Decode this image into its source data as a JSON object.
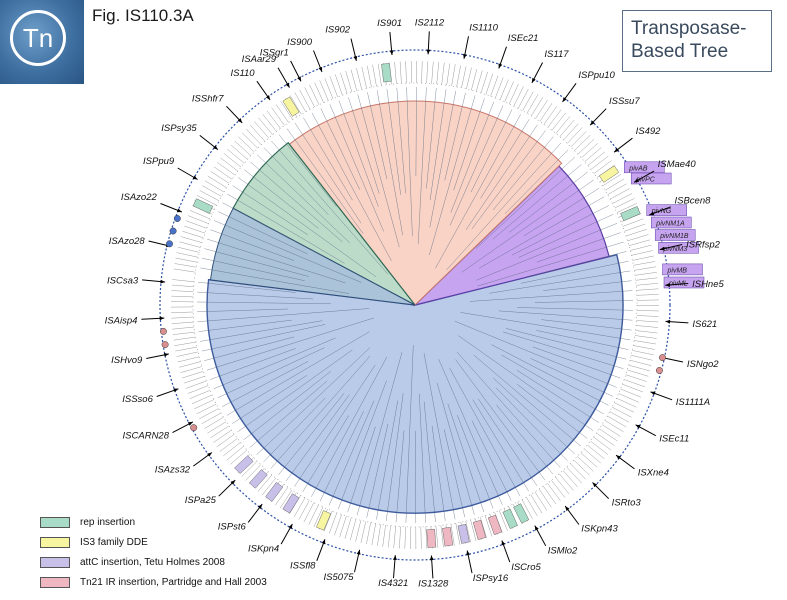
{
  "figure_label": "Fig. IS110.3A",
  "logo_text": "Tn",
  "title_lines": [
    "Transposase-",
    "Based Tree"
  ],
  "colors": {
    "pink_clade": "#f8d3c6",
    "green_clade": "#bcdcc9",
    "purple_clade": "#c7a4f0",
    "blue_clade": "#b9cbe8",
    "blue_line": "#3d5b9e",
    "rep_insertion": "#a9dcc6",
    "is3_family": "#f8f5a0",
    "attc_insertion": "#c8c0e8",
    "tn21_insertion": "#eeb7c2"
  },
  "labels": [
    {
      "text": "ISAar29",
      "side": "left"
    },
    {
      "text": "IS900",
      "side": "left"
    },
    {
      "text": "IS902",
      "side": "left"
    },
    {
      "text": "IS901",
      "side": "left"
    },
    {
      "text": "IS2112",
      "side": "left"
    },
    {
      "text": "IS1110",
      "side": "left"
    },
    {
      "text": "ISEc21",
      "side": "left"
    },
    {
      "text": "IS117",
      "side": "left"
    },
    {
      "text": "ISPpu10",
      "side": "left"
    },
    {
      "text": "ISSsu7",
      "side": "left"
    },
    {
      "text": "IS492",
      "side": "left"
    },
    {
      "text": "ISMae40",
      "side": "left"
    },
    {
      "text": "ISBcen8",
      "side": "left"
    },
    {
      "text": "ISRfsp2",
      "side": "left"
    },
    {
      "text": "ISHne5",
      "side": "left"
    },
    {
      "text": "IS621",
      "side": "left"
    },
    {
      "text": "ISNgo2",
      "side": "left"
    },
    {
      "text": "IS1111A",
      "side": "left"
    },
    {
      "text": "ISEc11",
      "side": "left"
    },
    {
      "text": "ISXne4",
      "side": "left"
    },
    {
      "text": "ISRto3",
      "side": "left"
    },
    {
      "text": "ISKpn43",
      "side": "left"
    },
    {
      "text": "ISMlo2",
      "side": "left"
    },
    {
      "text": "ISCro5",
      "side": "right"
    },
    {
      "text": "ISPsy16",
      "side": "left"
    },
    {
      "text": "IS1328",
      "side": "left"
    },
    {
      "text": "IS4321",
      "side": "right"
    },
    {
      "text": "IS5075",
      "side": "right"
    },
    {
      "text": "ISSfl8",
      "side": "right"
    },
    {
      "text": "ISKpn4",
      "side": "right"
    },
    {
      "text": "ISPst6",
      "side": "right"
    },
    {
      "text": "ISPa25",
      "side": "right"
    },
    {
      "text": "ISAzs32",
      "side": "right"
    },
    {
      "text": "ISCARN28",
      "side": "right"
    },
    {
      "text": "ISSso6",
      "side": "right"
    },
    {
      "text": "ISHvo9",
      "side": "right"
    },
    {
      "text": "ISAisp4",
      "side": "right"
    },
    {
      "text": "ISCsa3",
      "side": "right"
    },
    {
      "text": "ISAzo28",
      "side": "right"
    },
    {
      "text": "ISAzo22",
      "side": "right"
    },
    {
      "text": "ISPpu9",
      "side": "right"
    },
    {
      "text": "ISPsy35",
      "side": "right"
    },
    {
      "text": "ISShfr7",
      "side": "right"
    },
    {
      "text": "IS110",
      "side": "right"
    },
    {
      "text": "ISSgr1",
      "side": "right"
    }
  ],
  "piv_labels": [
    "pivAB",
    "pivPC",
    "pivNG",
    "pivNM1A",
    "pivNM1B",
    "pivNM3",
    "pivMB",
    "pivML"
  ],
  "legend": [
    {
      "label": "rep insertion",
      "color": "#a9dcc6"
    },
    {
      "label": "IS3 family DDE",
      "color": "#f8f5a0"
    },
    {
      "label": "attC insertion, Tetu Holmes 2008",
      "color": "#c8c0e8"
    },
    {
      "label": "Tn21 IR insertion, Partridge and Hall 2003",
      "color": "#eeb7c2"
    }
  ]
}
